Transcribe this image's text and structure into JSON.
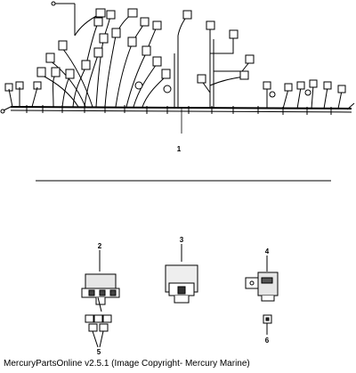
{
  "diagram": {
    "callouts": {
      "harness": "1",
      "relay_box_left": "2",
      "relay_center": "3",
      "relay_right": "4",
      "fuses_left": "5",
      "fuse_right": "6"
    }
  },
  "footer": {
    "caption": "MercuryPartsOnline v2.5.1 (Image Copyright- Mercury Marine)"
  }
}
